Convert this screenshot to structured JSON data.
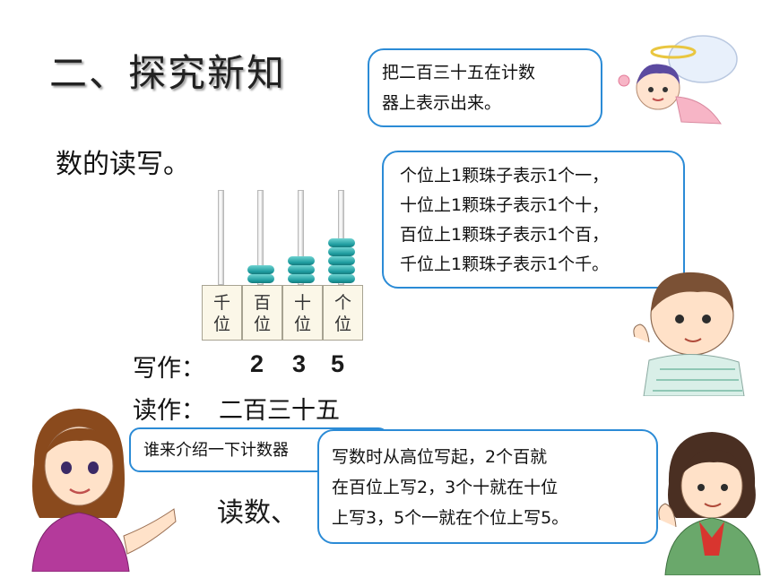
{
  "title": "二、探究新知",
  "subtitle": "数的读写。",
  "bubble_top": {
    "line1": "把二百三十五在计数",
    "line2": "器上表示出来。"
  },
  "bubble_middle": {
    "lines": [
      "个位上1颗珠子表示1个一，",
      "十位上1颗珠子表示1个十，",
      "百位上1颗珠子表示1个百，",
      "千位上1颗珠子表示1个千。"
    ]
  },
  "abacus": {
    "places": [
      {
        "top": "千",
        "bottom": "位",
        "beads": 0
      },
      {
        "top": "百",
        "bottom": "位",
        "beads": 2
      },
      {
        "top": "十",
        "bottom": "位",
        "beads": 3
      },
      {
        "top": "个",
        "bottom": "位",
        "beads": 5
      }
    ]
  },
  "write": {
    "label": "写作：",
    "digits": [
      "2",
      "3",
      "5"
    ]
  },
  "read": {
    "label": "读作：",
    "value": "二百三十五"
  },
  "bubble_teacher": {
    "text": "谁来介绍一下计数器"
  },
  "read_heading": "读数、",
  "bubble_girl": {
    "lines": [
      "写数时从高位写起，2个百就",
      "在百位上写2，3个十就在十位",
      "上写3，5个一就在个位上写5。"
    ]
  },
  "colors": {
    "bubble_border": "#2b8bd6",
    "bead": "#1e9c9f",
    "cell_bg": "#fbf7e8"
  }
}
